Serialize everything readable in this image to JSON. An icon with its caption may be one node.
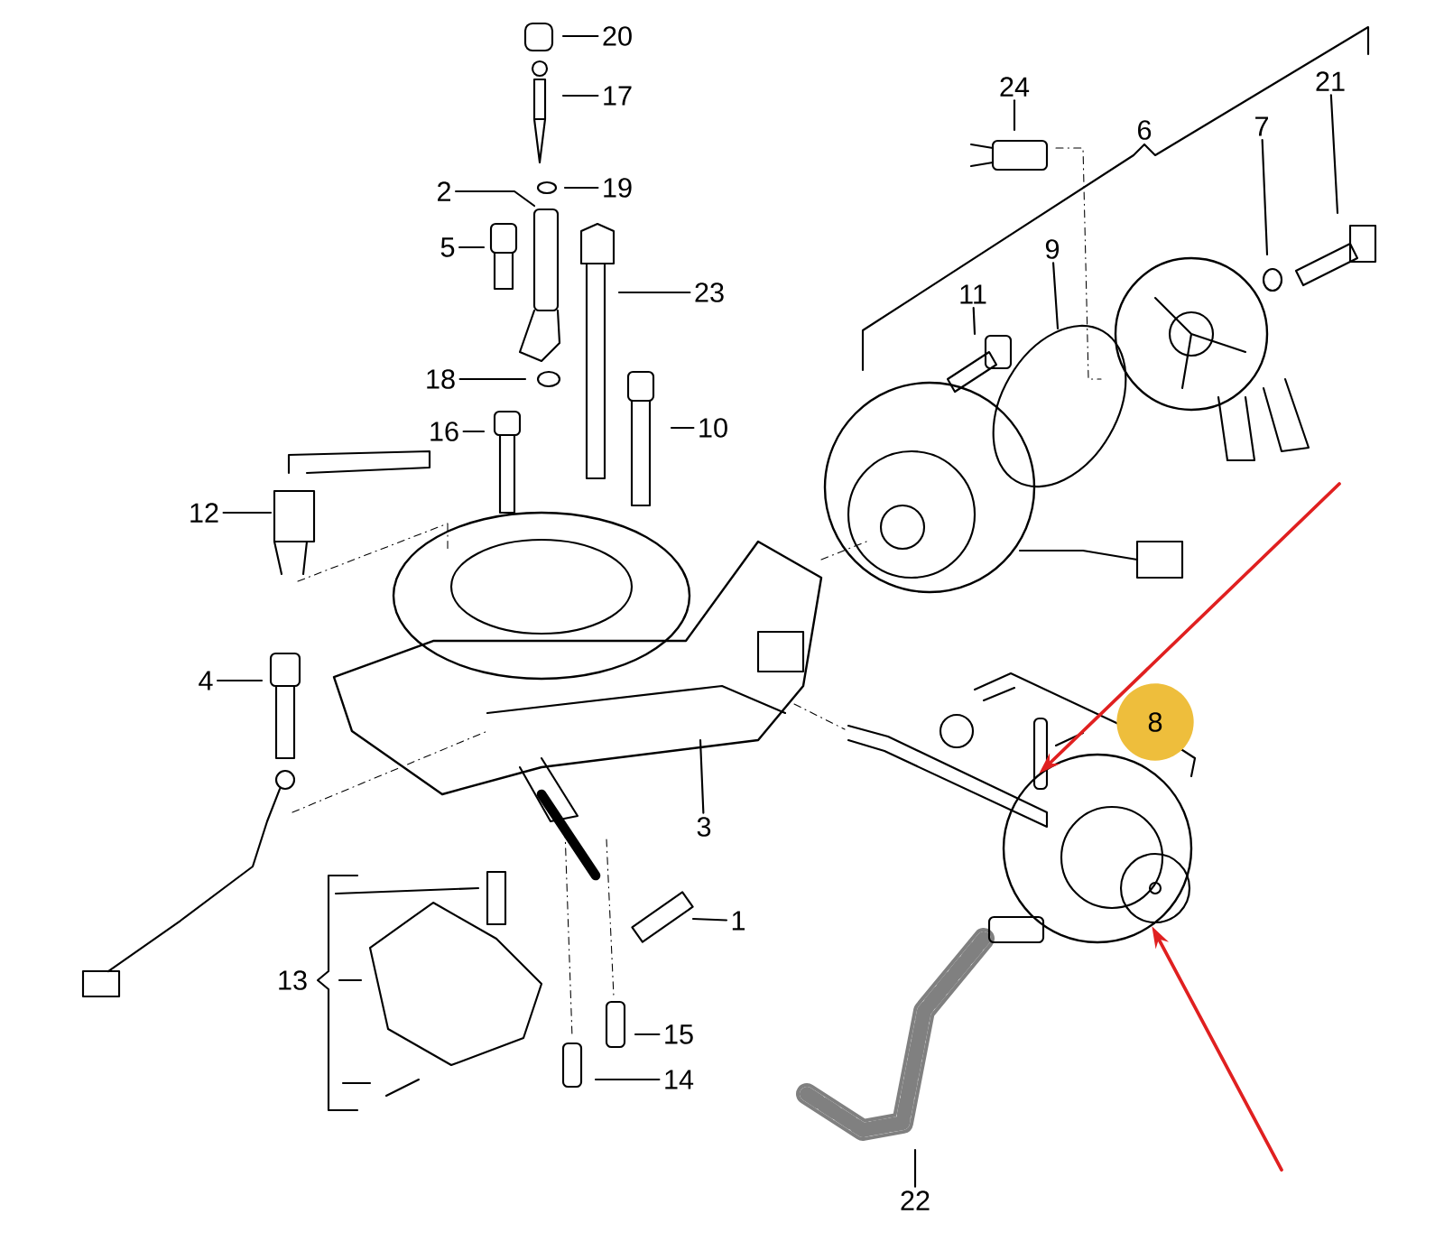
{
  "diagram": {
    "nodes": [
      {
        "text": [
          "20"
        ]
      },
      {
        "text": [
          "24"
        ]
      },
      {
        "text": [
          "21"
        ]
      },
      {
        "text": [
          "17"
        ]
      },
      {
        "text": [
          "6"
        ]
      },
      {
        "text": [
          "7"
        ]
      },
      {
        "text": [
          "19"
        ]
      },
      {
        "text": [
          "2"
        ]
      },
      {
        "text": [
          "5"
        ]
      },
      {
        "text": [
          "9"
        ]
      },
      {
        "text": [
          "23"
        ]
      },
      {
        "text": [
          "11"
        ]
      },
      {
        "text": [
          "18"
        ]
      },
      {
        "text": [
          "10"
        ]
      },
      {
        "text": [
          "16"
        ]
      },
      {
        "text": [
          "12"
        ]
      },
      {
        "text": [
          "4"
        ]
      },
      {
        "text": [
          "8"
        ]
      },
      {
        "text": [
          "3"
        ]
      },
      {
        "text": [
          "1"
        ]
      },
      {
        "text": [
          "13"
        ]
      },
      {
        "text": [
          "15"
        ]
      },
      {
        "text": [
          "14"
        ]
      },
      {
        "text": [
          "22"
        ]
      },
      {
        "text": [],
        "shape": "picture"
      }
    ],
    "edges": [
      {
        "from": 0,
        "to": null,
        "arrow": "none"
      },
      {
        "from": 1,
        "to": null,
        "arrow": "none"
      },
      {
        "from": 2,
        "to": null,
        "arrow": "none"
      },
      {
        "from": 3,
        "to": null,
        "arrow": "none"
      },
      {
        "from": 5,
        "to": null,
        "arrow": "none"
      },
      {
        "from": 6,
        "to": null,
        "arrow": "none"
      },
      {
        "from": 7,
        "to": null,
        "arrow": "none"
      },
      {
        "from": 8,
        "to": null,
        "arrow": "none"
      },
      {
        "from": 9,
        "to": null,
        "arrow": "none"
      },
      {
        "from": 10,
        "to": null,
        "arrow": "none"
      },
      {
        "from": 11,
        "to": null,
        "arrow": "none"
      },
      {
        "from": 12,
        "to": null,
        "arrow": "none"
      },
      {
        "from": 13,
        "to": null,
        "arrow": "none"
      },
      {
        "from": 14,
        "to": null,
        "arrow": "none"
      },
      {
        "from": 15,
        "to": null,
        "arrow": "none"
      },
      {
        "from": 16,
        "to": null,
        "arrow": "none"
      },
      {
        "from": 18,
        "to": null,
        "arrow": "none"
      },
      {
        "from": 19,
        "to": null,
        "arrow": "none"
      },
      {
        "from": 21,
        "to": null,
        "arrow": "none"
      },
      {
        "from": 22,
        "to": null,
        "arrow": "none"
      },
      {
        "from": 23,
        "to": null,
        "arrow": "none"
      },
      {
        "from": null,
        "to": 24,
        "arrow": "to",
        "color": "#e02020"
      },
      {
        "from": null,
        "to": 24,
        "arrow": "to",
        "color": "#e02020"
      }
    ]
  }
}
